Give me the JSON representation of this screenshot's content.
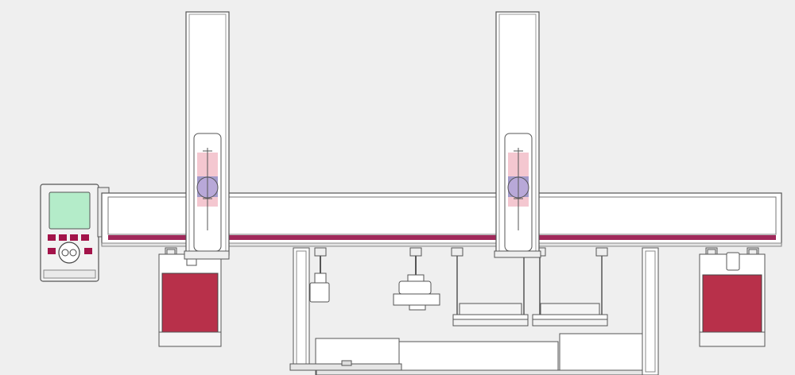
{
  "scene": {
    "colors": {
      "background": "#efefef",
      "outline": "#555555",
      "panel_white": "#ffffff",
      "accent_crimson": "#b8304a",
      "rail_stripe": "#a0285a",
      "syringe_pink": "#f4c7d0",
      "syringe_blue": "#8f8fc8",
      "screen_green": "#b4ecc9",
      "keypad_button": "#a3144a",
      "metal_grey": "#d9d9d9"
    },
    "components": [
      "control-terminal",
      "horizontal-rail",
      "robotic-arm-left",
      "robotic-arm-right",
      "reservoir-left",
      "reservoir-right",
      "tool-holders",
      "drawer-trays",
      "base-modules"
    ]
  }
}
